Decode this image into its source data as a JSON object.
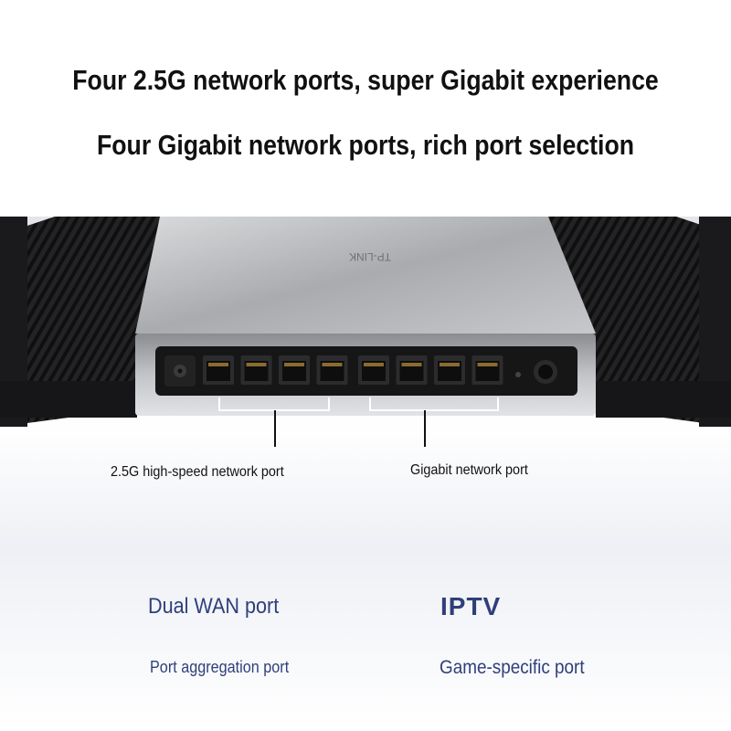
{
  "headline": {
    "line1": "Four 2.5G network ports, super Gigabit experience",
    "line2": "Four Gigabit network ports, rich port selection"
  },
  "router": {
    "brand_logo": "TP-LINK",
    "port_count": 8,
    "port_groups": {
      "left_label": "2.5G high-speed network port",
      "right_label": "Gigabit network port"
    }
  },
  "features": {
    "dual_wan": "Dual WAN port",
    "iptv": "IPTV",
    "aggregation": "Port aggregation port",
    "game": "Game-specific port"
  },
  "colors": {
    "feature_text": "#2f3f7a",
    "headline_text": "#111111",
    "router_silver": "#b9bbbf",
    "router_fins": "#1c1c1e"
  }
}
